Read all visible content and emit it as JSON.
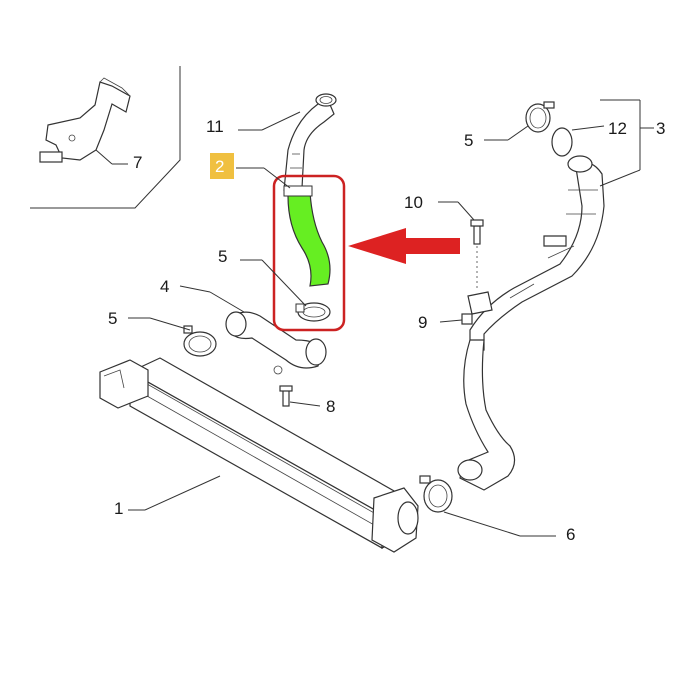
{
  "diagram": {
    "labels": {
      "p1": "1",
      "p2": "2",
      "p3": "3",
      "p4": "4",
      "p5a": "5",
      "p5b": "5",
      "p5c": "5",
      "p6": "6",
      "p7": "7",
      "p8": "8",
      "p9": "9",
      "p10": "10",
      "p11": "11",
      "p12": "12"
    },
    "colors": {
      "highlight_part": "#66ee22",
      "highlight_box": "#cc2222",
      "arrow": "#dd2222",
      "label_badge": "#f0c040",
      "line": "#333333"
    },
    "highlighted_label": "2"
  }
}
